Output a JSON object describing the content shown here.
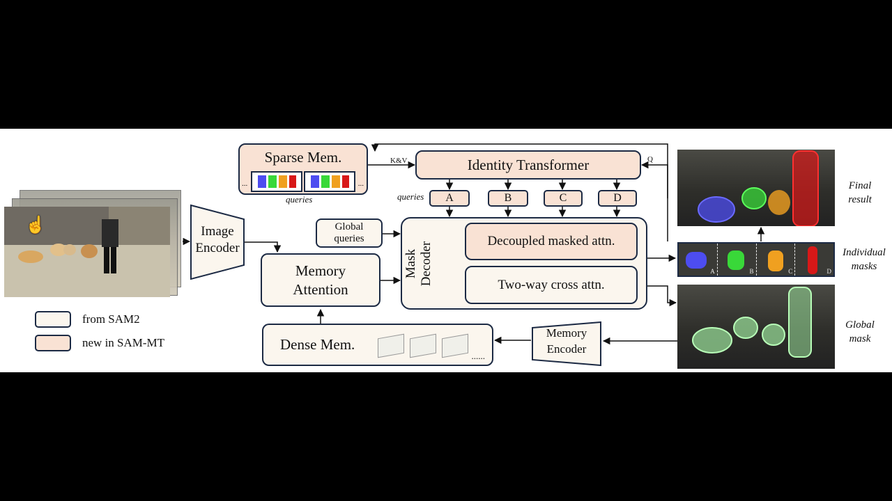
{
  "blocks": {
    "image_encoder": "Image\nEncoder",
    "memory_attention": "Memory\nAttention",
    "dense_mem": "Dense Mem.",
    "dense_dots": "......",
    "memory_encoder": "Memory\nEncoder",
    "sparse_mem": "Sparse Mem.",
    "sparse_dots_left": "...",
    "sparse_dots_right": "...",
    "sparse_caption": "queries",
    "identity_transformer": "Identity Transformer",
    "kv_label": "K&V",
    "q_label": "Q",
    "queries_label": "queries",
    "query_ids": [
      "A",
      "B",
      "C",
      "D"
    ],
    "global_queries": "Global\nqueries",
    "mask_decoder": "Mask\nDecoder",
    "decoupled_attn": "Decoupled masked attn.",
    "two_way_attn": "Two-way cross attn."
  },
  "outputs": {
    "final_result": "Final\nresult",
    "individual_masks": "Individual\nmasks",
    "global_mask": "Global\nmask",
    "mask_ids": [
      "A",
      "B",
      "C",
      "D"
    ]
  },
  "legend": [
    {
      "label": "from SAM2",
      "color": "#fbf6ee"
    },
    {
      "label": "new in SAM-MT",
      "color": "#f9e2d4"
    }
  ],
  "colors": {
    "border": "#1c2a44",
    "old_module": "#fbf6ee",
    "new_module": "#f9e2d4",
    "mask_blue": "#4d4df0",
    "mask_green": "#39d839",
    "mask_orange": "#f0a020",
    "mask_red": "#d81818",
    "mask_global": "#9be29b"
  }
}
